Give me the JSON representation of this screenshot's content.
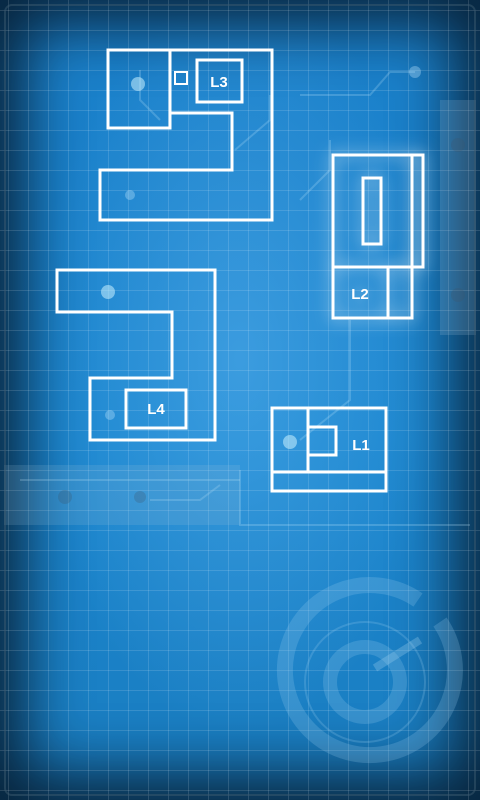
{
  "levels": [
    {
      "id": "L1",
      "label": "L1"
    },
    {
      "id": "L2",
      "label": "L2",
      "selected": true
    },
    {
      "id": "L3",
      "label": "L3"
    },
    {
      "id": "L4",
      "label": "L4"
    }
  ],
  "colors": {
    "background": "#1b86cf",
    "outline": "#ffffff",
    "highlight_glow": "#ffffff"
  }
}
